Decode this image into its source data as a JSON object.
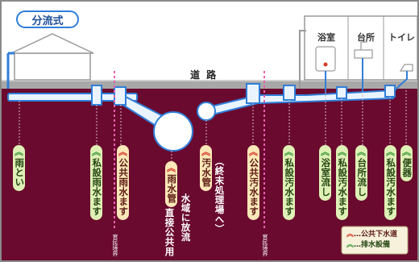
{
  "title": "分流式",
  "road_label": "道 路",
  "rooms": [
    {
      "label": "浴室"
    },
    {
      "label": "台所"
    },
    {
      "label": "トイレ"
    }
  ],
  "boundary_label": "官民境界",
  "items": [
    {
      "label": "雨とい",
      "kind": "drainage"
    },
    {
      "label": "私設雨水ます",
      "kind": "drainage"
    },
    {
      "label": "公共雨水ます",
      "kind": "public"
    },
    {
      "label": "雨水管",
      "kind": "public",
      "sub_lines": [
        "水域に放流",
        "直接公共用"
      ]
    },
    {
      "label": "汚水管",
      "kind": "public",
      "sub_lines": [
        "（終末処理場へ）"
      ]
    },
    {
      "label": "公共汚水ます",
      "kind": "public"
    },
    {
      "label": "私設汚水ます",
      "kind": "drainage"
    },
    {
      "label": "浴室流し",
      "kind": "drainage"
    },
    {
      "label": "私設汚水ます",
      "kind": "drainage"
    },
    {
      "label": "台所流し",
      "kind": "drainage"
    },
    {
      "label": "私設汚水ます",
      "kind": "drainage"
    },
    {
      "label": "便器",
      "kind": "drainage"
    }
  ],
  "legend": [
    {
      "label": "…公共下水道",
      "kind": "public"
    },
    {
      "label": "…排水設備",
      "kind": "drainage"
    }
  ],
  "marker_glyph": "︽",
  "colors": {
    "ground": "#6a0a2e",
    "sky": "#ffffff",
    "pipe_fill": "#eaf4ff",
    "pipe_stroke": "#2f7fd8",
    "road": "#9a9a9a",
    "boundary": "#e85fb0",
    "public_marker": "#d43a2a",
    "drainage_marker": "#3d9a3a"
  }
}
